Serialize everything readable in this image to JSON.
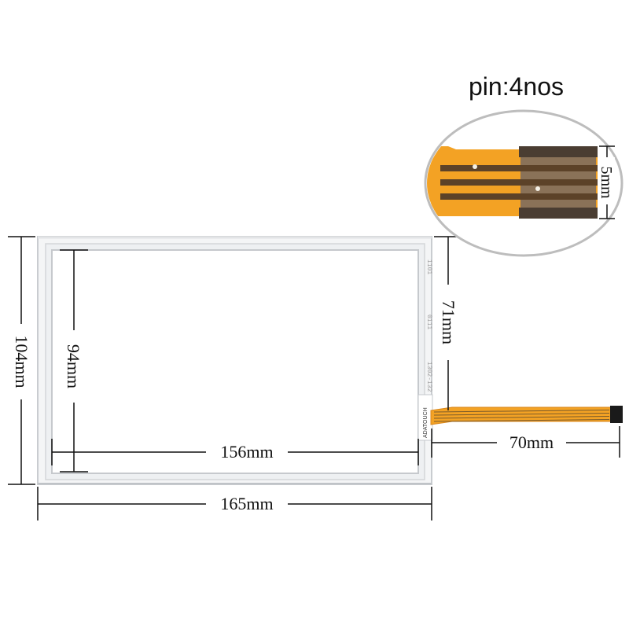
{
  "title": "pin:4nos",
  "dimensions": {
    "outer_width": "165mm",
    "outer_height": "104mm",
    "view_width": "156mm",
    "view_height": "94mm",
    "tail_position": "71mm",
    "tail_length": "70mm",
    "connector_width": "5mm"
  },
  "panel": {
    "brand_label": "ADATOUCH",
    "part_code": "1302-132",
    "part_code_2": "0111",
    "part_code_3": "1101"
  },
  "connector": {
    "pin_count": 4,
    "colors": {
      "flex_cable": "#f5a21c",
      "contact": "#5a4a3a",
      "stiffener": "#1a1a1a"
    }
  }
}
